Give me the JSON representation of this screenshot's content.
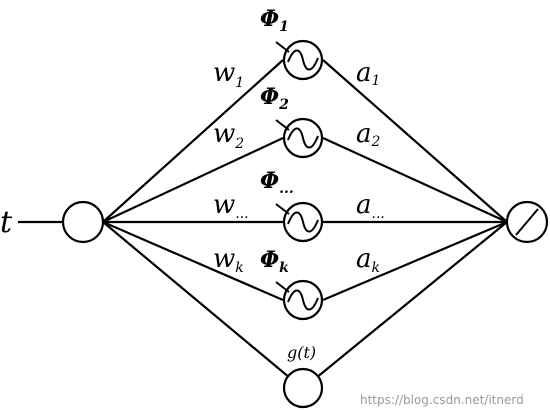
{
  "input": {
    "label": "t"
  },
  "hidden_nodes": [
    {
      "phase_name": "Φ",
      "phase_sub": "1",
      "weight_name": "w",
      "weight_sub": "1",
      "amp_name": "a",
      "amp_sub": "1"
    },
    {
      "phase_name": "Φ",
      "phase_sub": "2",
      "weight_name": "w",
      "weight_sub": "2",
      "amp_name": "a",
      "amp_sub": "2"
    },
    {
      "phase_name": "Φ",
      "phase_sub": "...",
      "weight_name": "w",
      "weight_sub": "...",
      "amp_name": "a",
      "amp_sub": "..."
    },
    {
      "phase_name": "Φ",
      "phase_sub": "k",
      "weight_name": "w",
      "weight_sub": "k",
      "amp_name": "a",
      "amp_sub": "k"
    }
  ],
  "trend_node": {
    "label": "g(t)"
  },
  "watermark": "https://blog.csdn.net/itnerd"
}
